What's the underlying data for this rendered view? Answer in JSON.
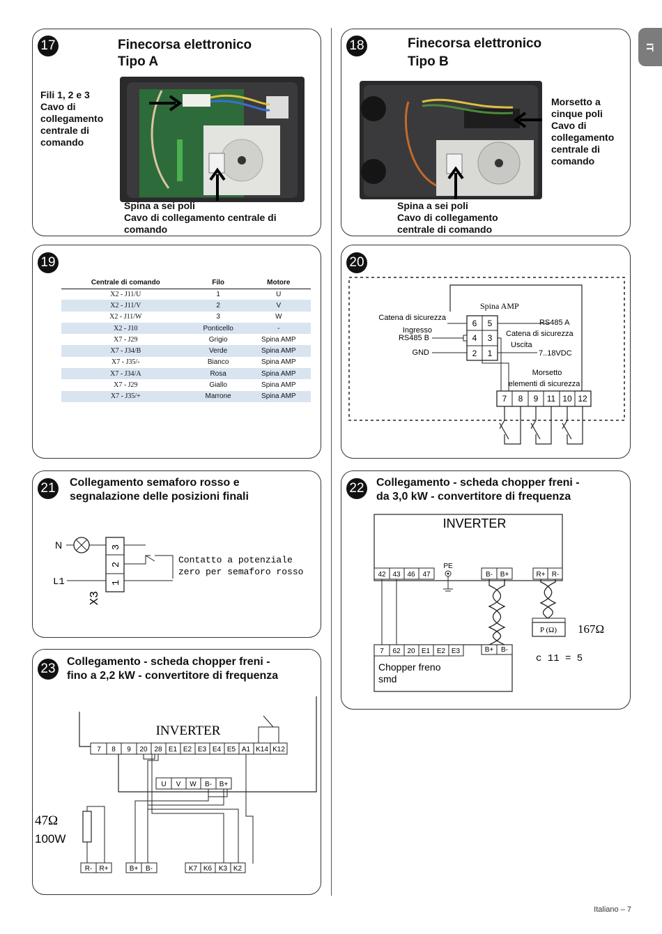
{
  "side_tab": "IT",
  "footer": "Italiano – 7",
  "p17": {
    "num": "17",
    "title_1": "Finecorsa elettronico",
    "title_2": "Tipo A",
    "side_caption": [
      "Fili 1, 2 e 3",
      "Cavo di",
      "collegamento",
      "centrale di",
      "comando"
    ],
    "bottom_caption": [
      "Spina a sei poli",
      "Cavo di collegamento centrale di",
      "comando"
    ]
  },
  "p18": {
    "num": "18",
    "title_1": "Finecorsa elettronico",
    "title_2": "Tipo B",
    "side_caption": [
      "Morsetto a",
      "cinque poli",
      "Cavo di",
      "collegamento",
      "centrale di",
      "comando"
    ],
    "bottom_caption": [
      "Spina a sei poli",
      "Cavo di collegamento",
      "centrale di comando"
    ]
  },
  "p19": {
    "num": "19",
    "headers": [
      "Centrale di comando",
      "Filo",
      "Motore"
    ],
    "rows": [
      [
        "X2 - J11/U",
        "1",
        "U"
      ],
      [
        "X2 - J11/V",
        "2",
        "V"
      ],
      [
        "X2 - J11/W",
        "3",
        "W"
      ],
      [
        "X2 - J10",
        "Ponticello",
        "-"
      ],
      [
        "X7 - J29",
        "Grigio",
        "Spina AMP"
      ],
      [
        "X7 - J34/B",
        "Verde",
        "Spina AMP"
      ],
      [
        "X7 - J35/-",
        "Bianco",
        "Spina AMP"
      ],
      [
        "X7 - J34/A",
        "Rosa",
        "Spina AMP"
      ],
      [
        "X7 - J29",
        "Giallo",
        "Spina AMP"
      ],
      [
        "X7 - J35/+",
        "Marrone",
        "Spina AMP"
      ]
    ]
  },
  "p20": {
    "num": "20",
    "spina_amp": "Spina AMP",
    "catena_left": "Catena di sicurezza",
    "ingresso": "Ingresso",
    "rs485b": "RS485 B",
    "gnd": "GND",
    "rs485a": "RS485 A",
    "catena_right": "Catena di sicurezza",
    "uscita": "Uscita",
    "vdc": "7..18VDC",
    "morsetto": "Morsetto",
    "elementi": "elementi di sicurezza",
    "pins": [
      "6",
      "5",
      "4",
      "3",
      "2",
      "1"
    ],
    "terminals": [
      "7",
      "8",
      "9",
      "11",
      "10",
      "12"
    ]
  },
  "p21": {
    "num": "21",
    "title_1": "Collegamento semaforo rosso e",
    "title_2": "segnalazione delle posizioni finali",
    "n": "N",
    "l1": "L1",
    "x3": "X3",
    "terms": [
      "3",
      "2",
      "1"
    ],
    "contact_1": "Contatto a potenziale",
    "contact_2": "zero per semaforo rosso"
  },
  "p22": {
    "num": "22",
    "title_1": "Collegamento - scheda chopper freni -",
    "title_2": "da 3,0 kW - convertitore di frequenza",
    "inverter": "INVERTER",
    "inv_terms": [
      "42",
      "43",
      "46",
      "47"
    ],
    "pe": "PE",
    "bus_terms": [
      "B-",
      "B+"
    ],
    "r_terms": [
      "R+",
      "R-"
    ],
    "chopper_terms": [
      "7",
      "62",
      "20",
      "E1",
      "E2",
      "E3"
    ],
    "chopper_bus": [
      "B+",
      "B-"
    ],
    "chopper_1": "Chopper freno",
    "chopper_2": "smd",
    "resistor": "P (Ω)",
    "ohm": "167Ω",
    "param": "c 11 = 5"
  },
  "p23": {
    "num": "23",
    "title_1": "Collegamento - scheda chopper freni -",
    "title_2": "fino a 2,2 kW - convertitore di frequenza",
    "inverter": "INVERTER",
    "top_terms": [
      "7",
      "8",
      "9",
      "20",
      "28",
      "E1",
      "E2",
      "E3",
      "E4",
      "E5",
      "A1",
      "K14",
      "K12"
    ],
    "mid_terms": [
      "U",
      "V",
      "W",
      "B-",
      "B+"
    ],
    "ohm": "47Ω",
    "watt": "100W",
    "r_terms": [
      "R-",
      "R+"
    ],
    "bus_terms": [
      "B+",
      "B-"
    ],
    "k_terms": [
      "K7",
      "K6",
      "K3",
      "K2"
    ]
  }
}
